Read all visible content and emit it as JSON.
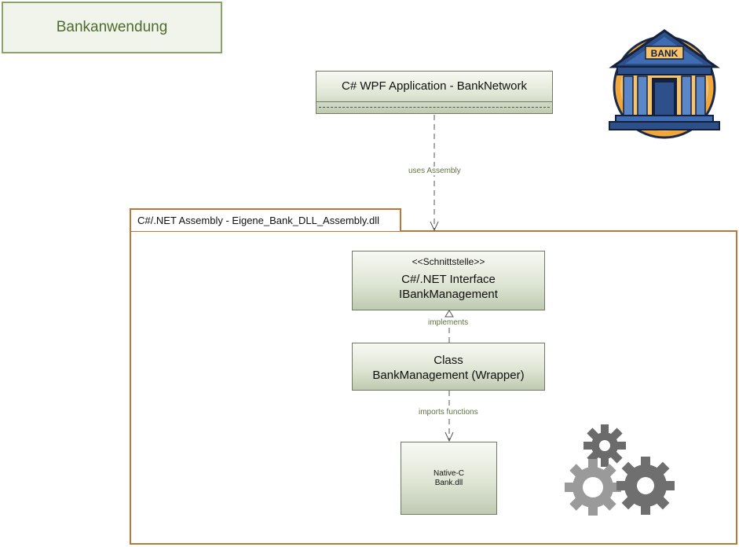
{
  "title": "Bankanwendung",
  "wpf_component": "C# WPF Application - BankNetwork",
  "edge_uses": "uses Assembly",
  "package_name": "C#/.NET Assembly - Eigene_Bank_DLL_Assembly.dll",
  "interface": {
    "stereotype": "<<Schnittstelle>>",
    "line1": "C#/.NET Interface",
    "line2": "IBankManagement"
  },
  "edge_implements": "implements",
  "class_box": {
    "line1": "Class",
    "line2": "BankManagement (Wrapper)"
  },
  "edge_imports": "imports functions",
  "native_dll": {
    "line1": "Native-C",
    "line2": "Bank.dll"
  },
  "bank_logo_text": "BANK",
  "icons": [
    "bank-building-icon",
    "gears-icon"
  ],
  "colors": {
    "title_border": "#8aa36a",
    "package_border": "#b9773a",
    "box_fill": "#dfe6d5",
    "label_green": "#5d7342"
  }
}
